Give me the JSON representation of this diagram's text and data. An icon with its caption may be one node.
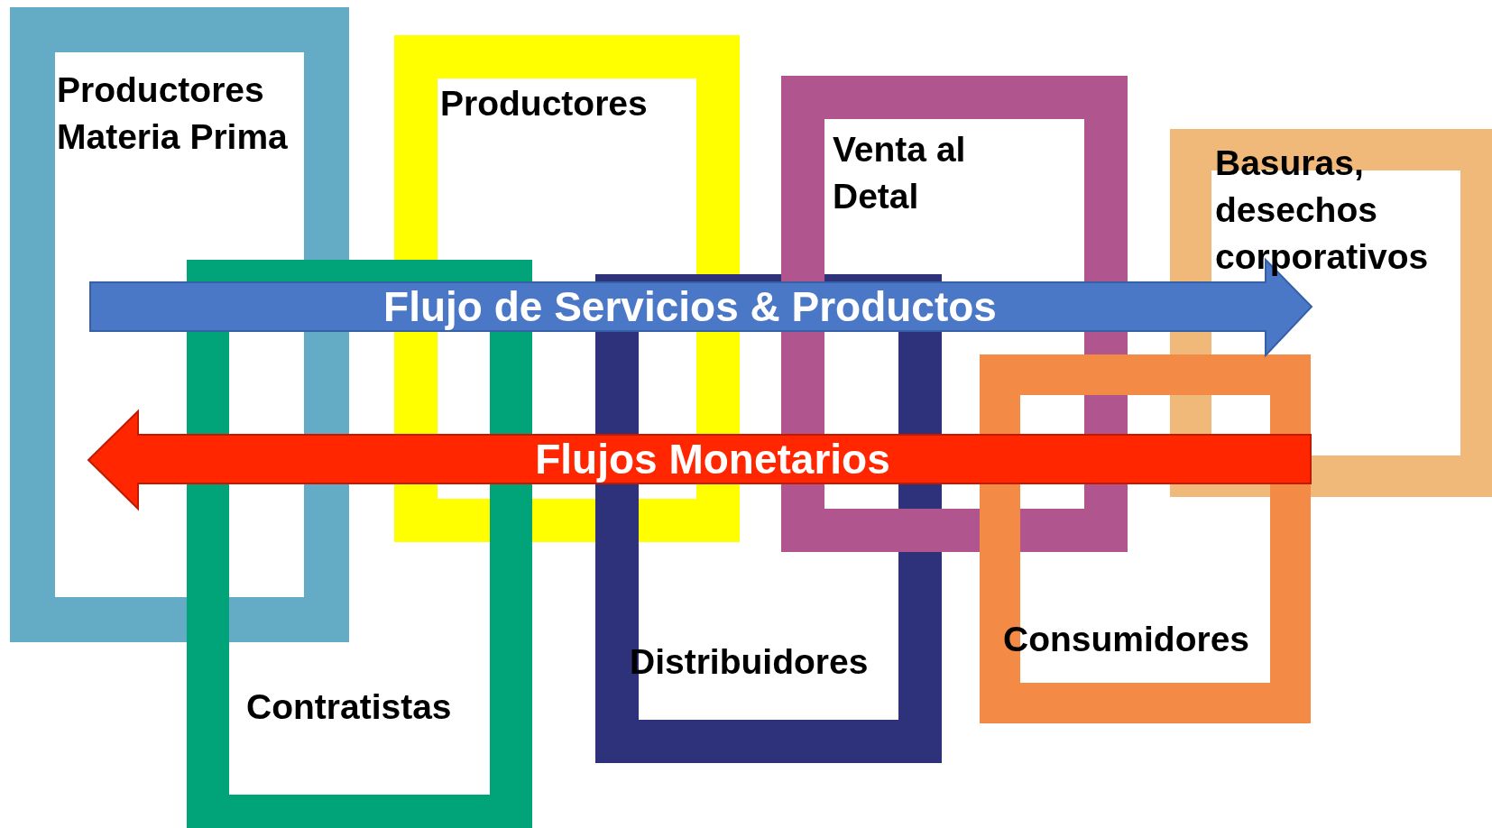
{
  "diagram": {
    "nodes": [
      {
        "text": [
          "Productores Materia Prima"
        ]
      },
      {
        "text": [
          "Productores"
        ]
      },
      {
        "text": [
          "Contratistas"
        ]
      },
      {
        "text": [
          "Distribuidores"
        ]
      },
      {
        "text": [
          "Venta al Detal"
        ]
      },
      {
        "text": [
          "Basuras, desechos corporativos"
        ]
      },
      {
        "text": [
          "Consumidores"
        ]
      }
    ],
    "labels": [
      "Flujo de Servicios & Productos",
      "Flujos Monetarios"
    ]
  }
}
